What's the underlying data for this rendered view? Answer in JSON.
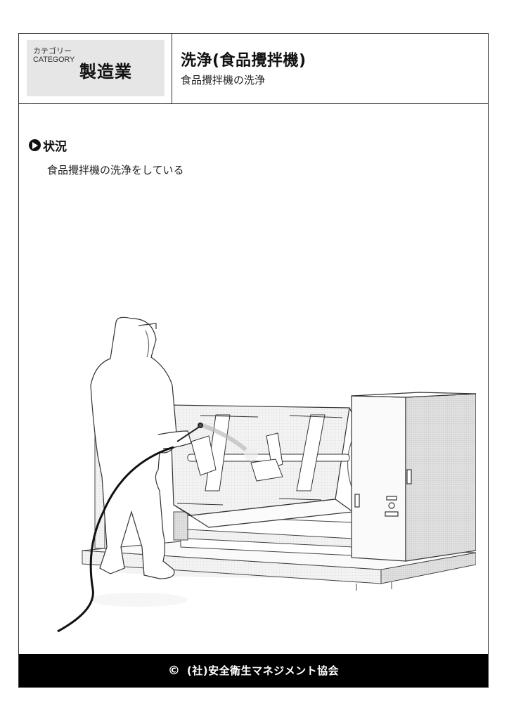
{
  "header": {
    "category_label_jp": "カテゴリー",
    "category_label_en": "CATEGORY",
    "category_value": "製造業",
    "title": "洗浄(食品攪拌機)",
    "subtitle": "食品攪拌機の洗浄"
  },
  "section": {
    "icon": "play-circle-icon",
    "title": "状況",
    "text": "食品攪拌機の洗浄をしている"
  },
  "illustration": {
    "description": "Worker in protective hooded suit and mask spraying water with a hose nozzle into an open food mixer (horizontal drum with paddle shaft) next to its control cabinet"
  },
  "footer": {
    "copyright_symbol": "©",
    "text": "(社)安全衛生マネジメント協会",
    "background": "#000000"
  },
  "colors": {
    "border": "#333333",
    "category_bg": "#e6e6e6",
    "text": "#111111"
  }
}
